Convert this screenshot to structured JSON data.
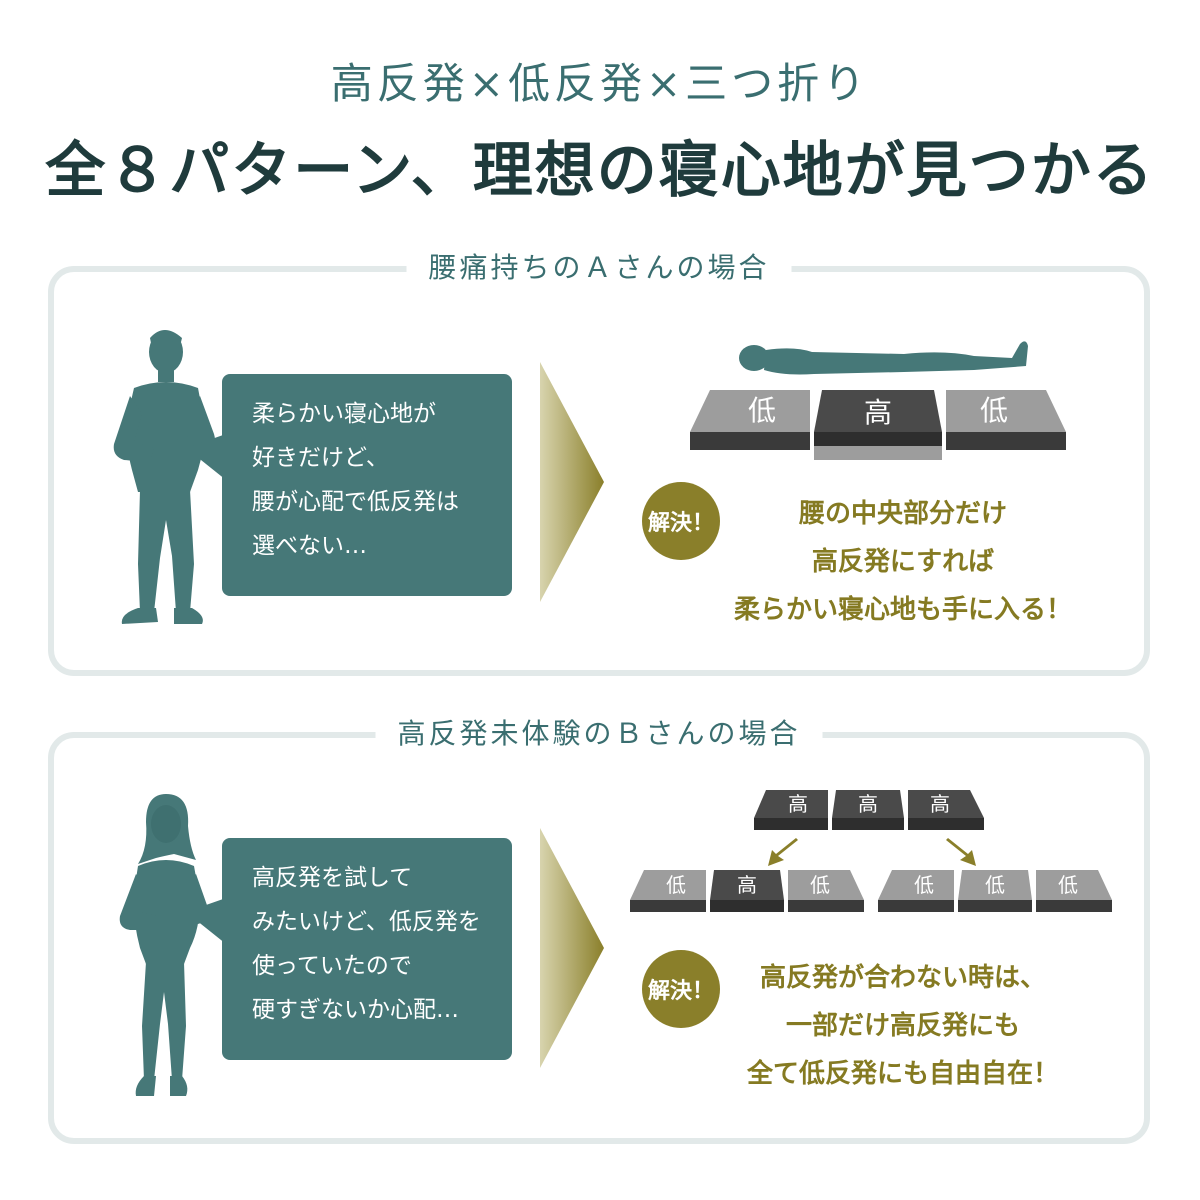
{
  "header": {
    "subtitle": "高反発×低反発×三つ折り",
    "title": "全８パターン、理想の寝心地が見つかる"
  },
  "case_a": {
    "title": "腰痛持ちのＡさんの場合",
    "bubble_lines": [
      "柔らかい寝心地が",
      "好きだけど、",
      "腰が心配で低反発は",
      "選べない…"
    ],
    "mattress_labels": [
      "低",
      "高",
      "低"
    ],
    "badge": "解決！",
    "solution_lines": [
      "腰の中央部分だけ",
      "高反発にすれば",
      "柔らかい寝心地も手に入る！"
    ]
  },
  "case_b": {
    "title": "高反発未体験のＢさんの場合",
    "bubble_lines": [
      "高反発を試して",
      "みたいけど、低反発を",
      "使っていたので",
      "硬すぎないか心配…"
    ],
    "top_mattress_labels": [
      "高",
      "高",
      "高"
    ],
    "left_mattress_labels": [
      "低",
      "高",
      "低"
    ],
    "right_mattress_labels": [
      "低",
      "低",
      "低"
    ],
    "badge": "解決！",
    "solution_lines": [
      "高反発が合わない時は、",
      "一部だけ高反発にも",
      "全て低反発にも自由自在！"
    ]
  },
  "colors": {
    "teal": "#467878",
    "olive": "#8a7f2a",
    "solution_text": "#857a22",
    "panel_border": "#e2e9e9",
    "high_block": "#4a4a4a",
    "low_block": "#9a9a9a"
  }
}
